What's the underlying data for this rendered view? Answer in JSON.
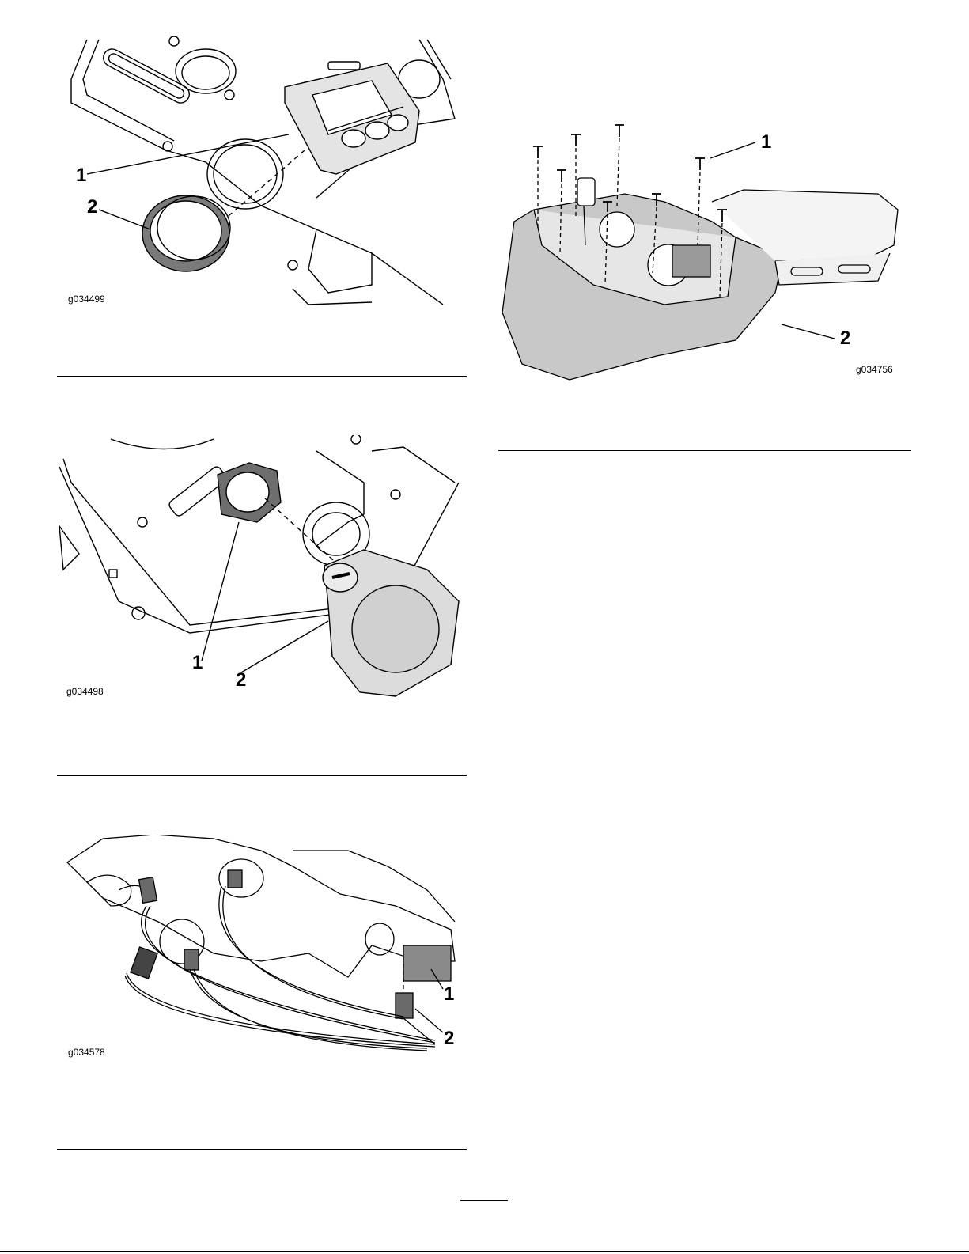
{
  "figures": [
    {
      "id": "g034499",
      "callouts": [
        "1",
        "2"
      ]
    },
    {
      "id": "g034498",
      "callouts": [
        "1",
        "2"
      ]
    },
    {
      "id": "g034578",
      "callouts": [
        "1",
        "2"
      ]
    },
    {
      "id": "g034756",
      "callouts": [
        "1",
        "2"
      ]
    }
  ]
}
